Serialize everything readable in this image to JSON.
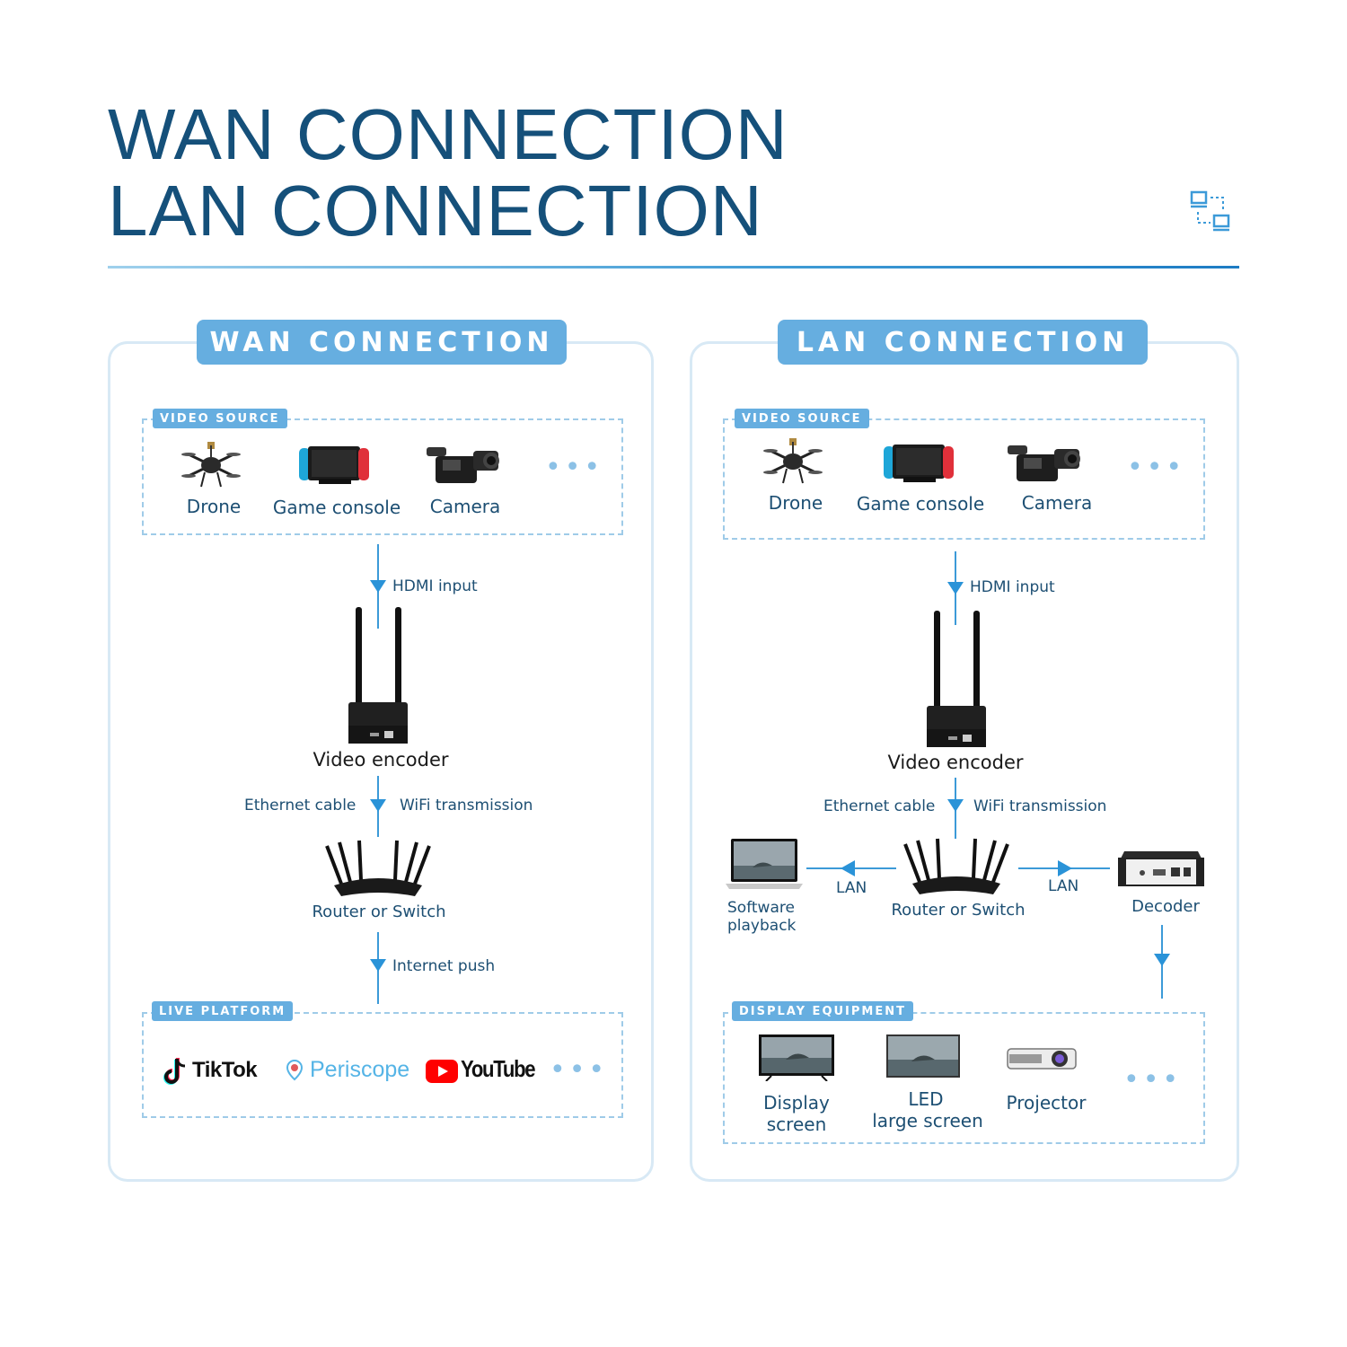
{
  "header": {
    "title_line1": "WAN CONNECTION",
    "title_line2": "LAN CONNECTION"
  },
  "wan": {
    "pill": "WAN CONNECTION",
    "source_tag": "VIDEO SOURCE",
    "sources": [
      "Drone",
      "Game console",
      "Camera"
    ],
    "hdmi": "HDMI input",
    "encoder": "Video encoder",
    "ethernet": "Ethernet cable",
    "wifi": "WiFi transmission",
    "router": "Router or Switch",
    "push": "Internet push",
    "platform_tag": "LIVE PLATFORM",
    "platforms": [
      "TikTok",
      "Periscope",
      "YouTube"
    ]
  },
  "lan": {
    "pill": "LAN CONNECTION",
    "source_tag": "VIDEO SOURCE",
    "sources": [
      "Drone",
      "Game console",
      "Camera"
    ],
    "hdmi": "HDMI input",
    "encoder": "Video encoder",
    "ethernet": "Ethernet cable",
    "wifi": "WiFi transmission",
    "router": "Router or Switch",
    "software_line1": "Software",
    "software_line2": "playback",
    "lan_left": "LAN",
    "lan_right": "LAN",
    "decoder": "Decoder",
    "display_tag": "DISPLAY EQUIPMENT",
    "display_line1": "Display",
    "display_line2": "screen",
    "led_line1": "LED",
    "led_line2": "large screen",
    "projector": "Projector"
  },
  "colors": {
    "title": "#15507a",
    "accent": "#66aee0",
    "line": "#3c9ad8",
    "youtube_red": "#ff0000"
  },
  "icons": [
    "network-icon",
    "drone-icon",
    "game-console-icon",
    "camera-icon",
    "video-encoder-icon",
    "router-icon",
    "laptop-icon",
    "decoder-icon",
    "tv-icon",
    "projector-icon",
    "tiktok-icon",
    "periscope-icon",
    "youtube-icon"
  ]
}
